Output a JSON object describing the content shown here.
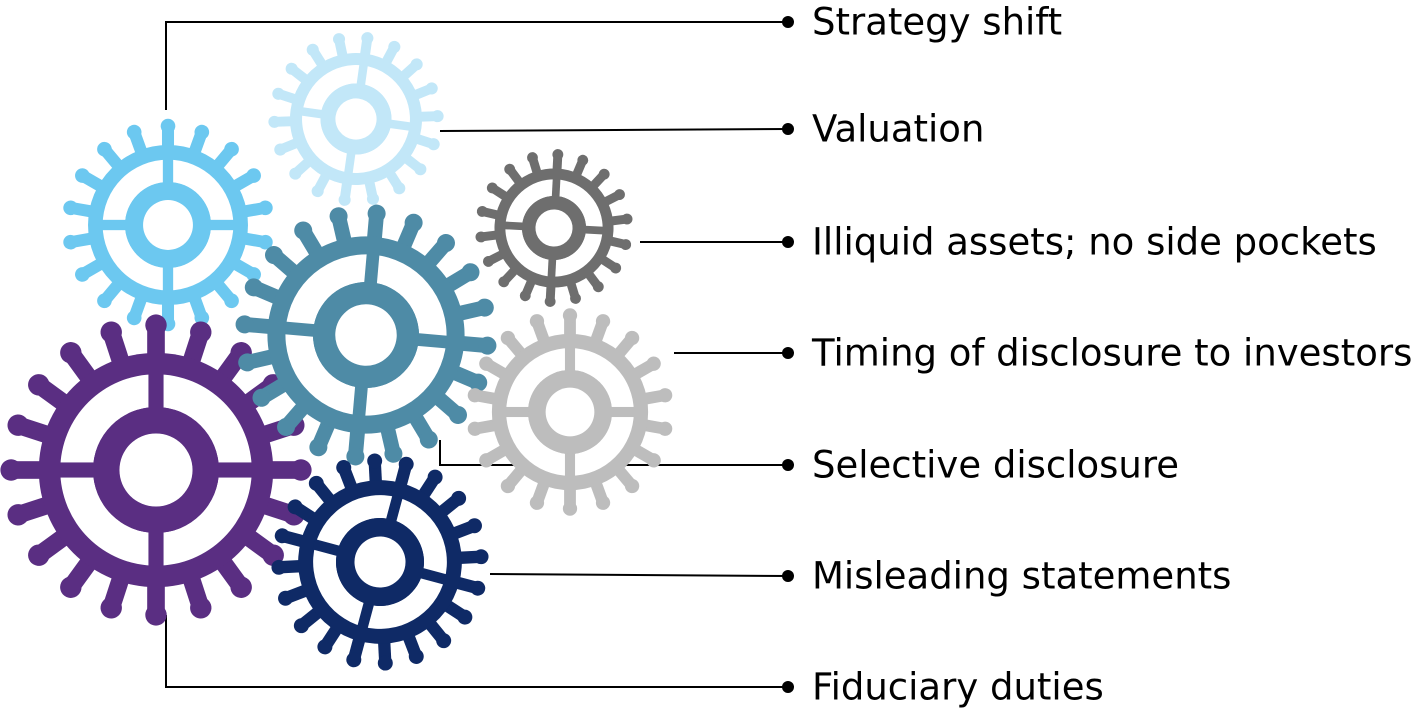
{
  "diagram": {
    "items": [
      {
        "label": "Strategy shift",
        "gear": "light-blue-gear",
        "color": "#6CC8F0"
      },
      {
        "label": "Valuation",
        "gear": "pale-blue-gear",
        "color": "#C2E7F8"
      },
      {
        "label": "Illiquid assets; no side pockets",
        "gear": "dark-gray-gear",
        "color": "#6E6E6E"
      },
      {
        "label": "Timing of disclosure to investors",
        "gear": "teal-gear",
        "color": "#4E8BA6"
      },
      {
        "label": "Selective disclosure",
        "gear": "light-gray-gear",
        "color": "#BDBDBD"
      },
      {
        "label": "Misleading statements",
        "gear": "navy-gear",
        "color": "#0F2A66"
      },
      {
        "label": "Fiduciary duties",
        "gear": "purple-gear",
        "color": "#5A2E82"
      }
    ]
  }
}
